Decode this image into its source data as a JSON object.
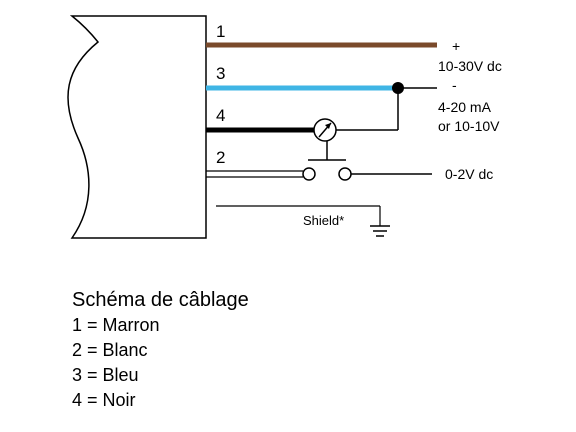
{
  "wires": [
    {
      "number": "1",
      "color": "#7a4a2b"
    },
    {
      "number": "3",
      "color": "#3fb5e5"
    },
    {
      "number": "4",
      "color": "#000000"
    },
    {
      "number": "2",
      "color": "#ffffff"
    }
  ],
  "labels": {
    "plus": "+",
    "supply": "10-30V dc",
    "minus": "-",
    "output_line1": "4-20 mA",
    "output_line2": "or 10-10V",
    "switch_output": "0-2V dc",
    "shield": "Shield*"
  },
  "legend": {
    "title": "Schéma de câblage",
    "items": [
      {
        "text": "1 = Marron"
      },
      {
        "text": "2 = Blanc"
      },
      {
        "text": "3 = Bleu"
      },
      {
        "text": "4 = Noir"
      }
    ]
  },
  "icons": [
    "meter-icon",
    "switch-icon",
    "ground-icon",
    "junction-dot"
  ]
}
